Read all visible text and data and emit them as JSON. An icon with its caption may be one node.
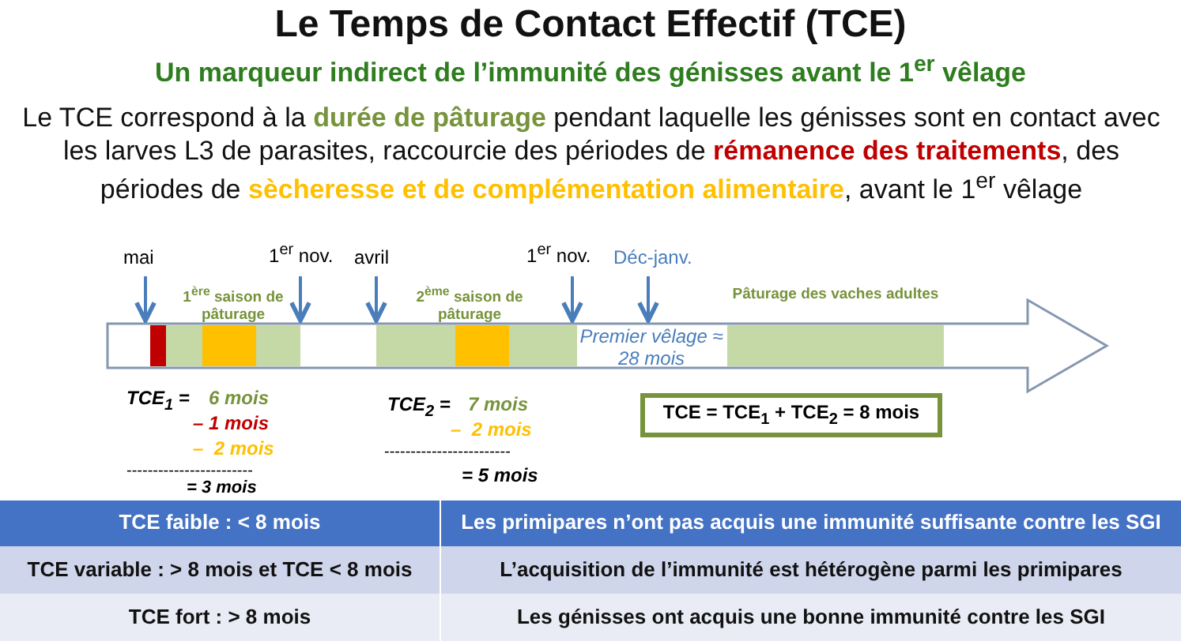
{
  "diagram": {
    "title": "Le Temps de Contact Effectif (TCE)",
    "nodes": [
      {
        "text": [
          "TCE = TCE$_{1}$ + TCE$_{2}$ = 8 mois"
        ]
      }
    ],
    "edges": [],
    "labels": [
      "Un marqueur indirect de l’immunité des génisses avant le 1$^{er}$ vêlage",
      "Le TCE correspond à la **durée de pâturage** pendant laquelle les génisses sont en contact avec les larves L3 de parasites, raccourcie des périodes de **rémanence des traitements**, des périodes de **sècheresse et de complémentation alimentaire**, avant le 1$^{er}$ vêlage",
      "mai",
      "1$^{er}$ nov.",
      "avril",
      "1$^{er}$ nov.",
      "Déc-janv.",
      "1$^{ère}$ saison de pâturage",
      "2$^{ème}$ saison de pâturage",
      "Pâturage des vaches adultes",
      "Premier vêlage ≈ 28 mois",
      "TCE$_{1}$ =",
      "6 mois",
      "– 1 mois",
      "–  2 mois",
      "------------------------",
      "= 3 mois",
      "TCE$_{2}$ =",
      "7 mois",
      "–  2 mois",
      "------------------------",
      "= 5 mois",
      "TCE faible :  < 8 mois",
      "Les primipares n’ont pas acquis une immunité suffisante contre les SGI",
      "TCE variable : > 8 mois et TCE < 8 mois",
      "L’acquisition de l’immunité est hétérogène parmi les primipares",
      "TCE fort : > 8 mois",
      "Les génisses ont acquis une bonne immunité contre les SGI"
    ]
  }
}
